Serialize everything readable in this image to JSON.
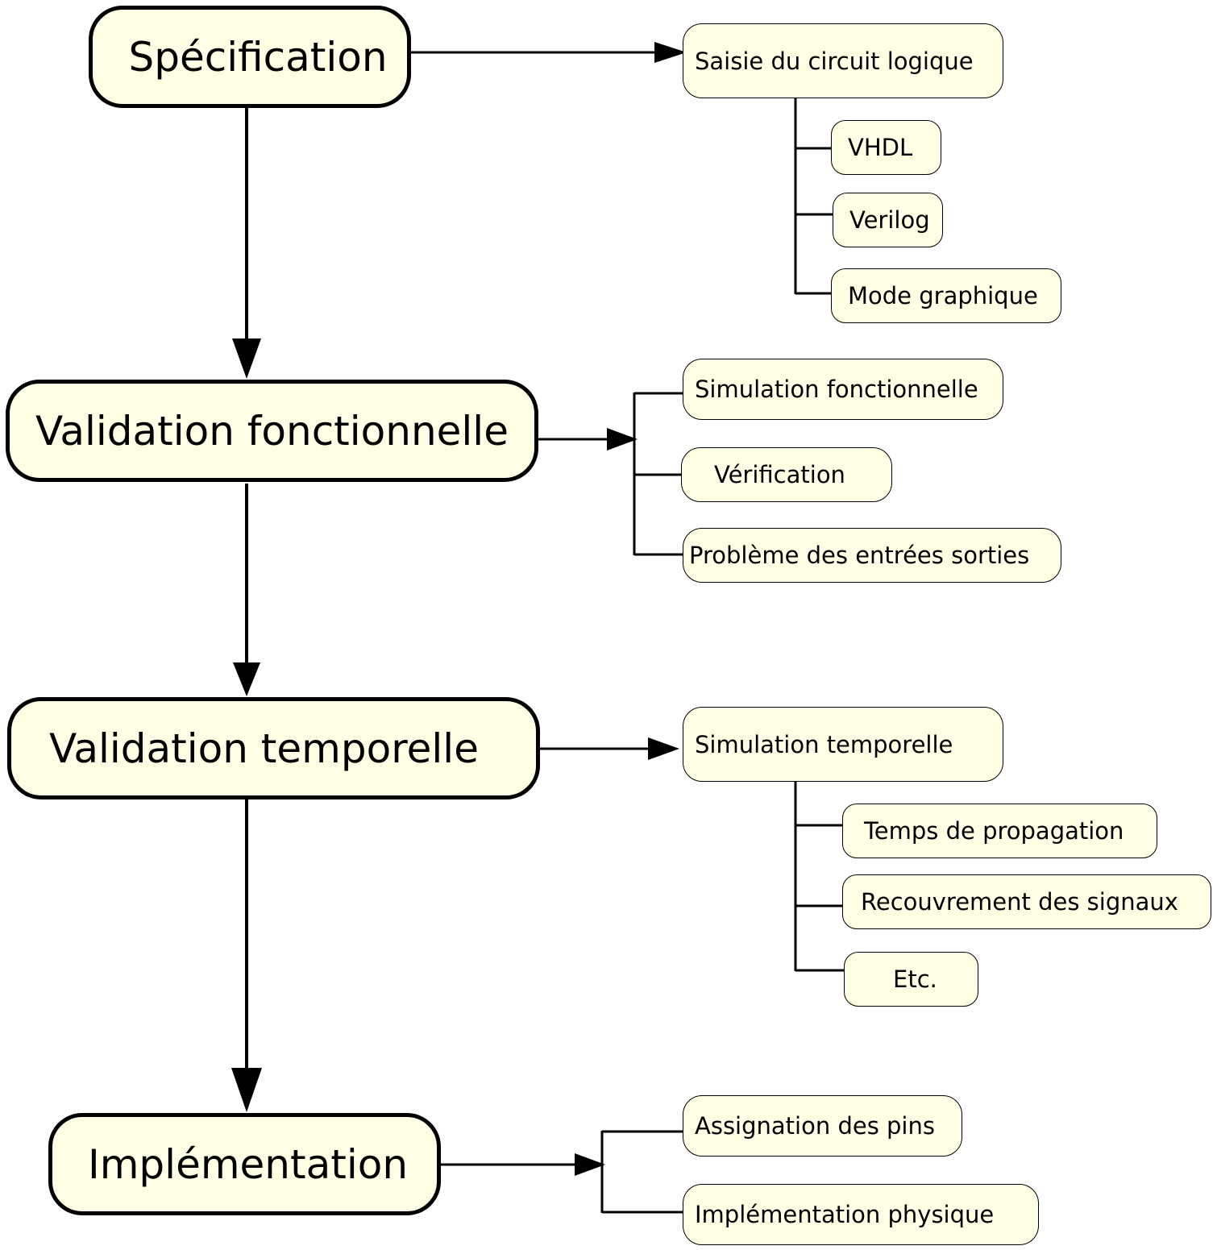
{
  "steps": [
    {
      "label": "Spécification",
      "detail": "Saisie du circuit logique",
      "items": [
        "VHDL",
        "Verilog",
        "Mode graphique"
      ]
    },
    {
      "label": "Validation fonctionnelle",
      "items": [
        "Simulation fonctionnelle",
        "Vérification",
        "Problème des entrées sorties"
      ]
    },
    {
      "label": "Validation temporelle",
      "detail": "Simulation temporelle",
      "items": [
        "Temps de propagation",
        "Recouvrement des signaux",
        "Etc."
      ]
    },
    {
      "label": "Implémentation",
      "items": [
        "Assignation des pins",
        "Implémentation physique"
      ]
    }
  ]
}
